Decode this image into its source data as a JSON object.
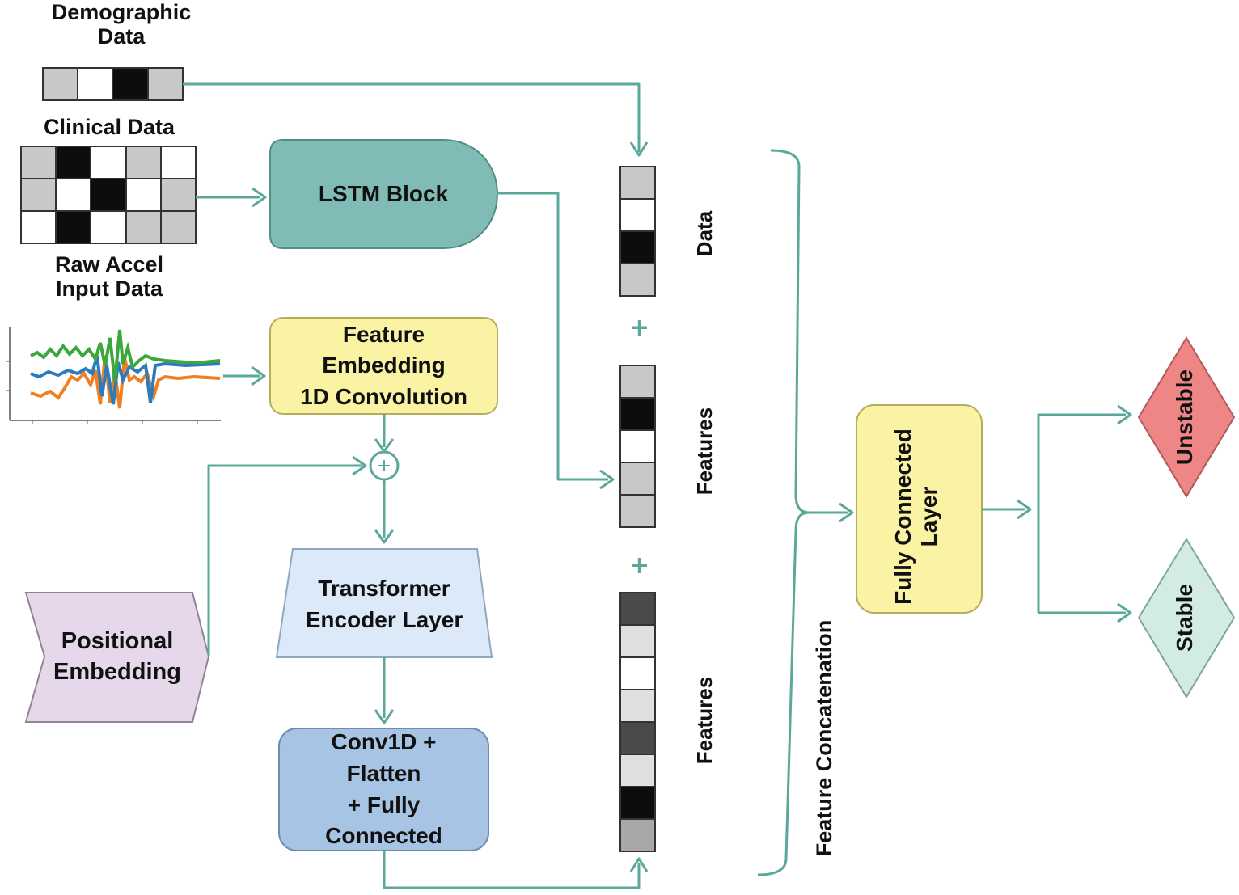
{
  "inputs": {
    "demographic": "Demographic\nData",
    "clinical": "Clinical Data",
    "raw_accel": "Raw Accel\nInput Data"
  },
  "blocks": {
    "lstm": "LSTM Block",
    "feature_embedding": "Feature\nEmbedding\n1D Convolution",
    "positional": "Positional\nEmbedding",
    "transformer": "Transformer\nEncoder Layer",
    "conv_flatten": "Conv1D +\nFlatten\n+ Fully\nConnected",
    "fully_connected": "Fully Connected\nLayer"
  },
  "vectors": {
    "data": "Data",
    "features_1": "Features",
    "features_2": "Features",
    "plus": "+"
  },
  "concat_label": "Feature Concatenation",
  "outputs": {
    "unstable": "Unstable",
    "stable": "Stable"
  },
  "colors": {
    "arrow": "#5aa89a",
    "lstm": "#80bcb5",
    "feature_embedding": "#fbf3a4",
    "positional": "#e6d8ea",
    "transformer": "#dbe9f8",
    "conv_flatten": "#a8c4e4",
    "fully_connected": "#fbf3a4",
    "unstable": "#ee8686",
    "stable": "#d2ece2"
  }
}
